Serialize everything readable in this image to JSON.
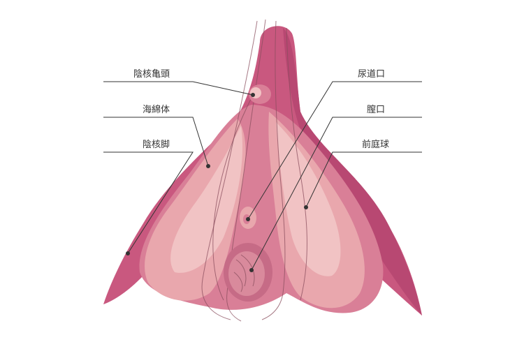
{
  "labels": {
    "glans": "陰核亀頭",
    "corpus": "海綿体",
    "crus": "陰核脚",
    "urethra": "尿道口",
    "vagina": "膣口",
    "bulb": "前庭球"
  },
  "colors": {
    "outer": "#c9587f",
    "outer_dark": "#b84872",
    "body": "#d97f97",
    "bulb": "#e9a7ad",
    "bulb_light": "#f1c3c4",
    "vagina_ring": "#c66b86",
    "vagina_inner": "#d98a9c",
    "background": "#ffffff"
  }
}
